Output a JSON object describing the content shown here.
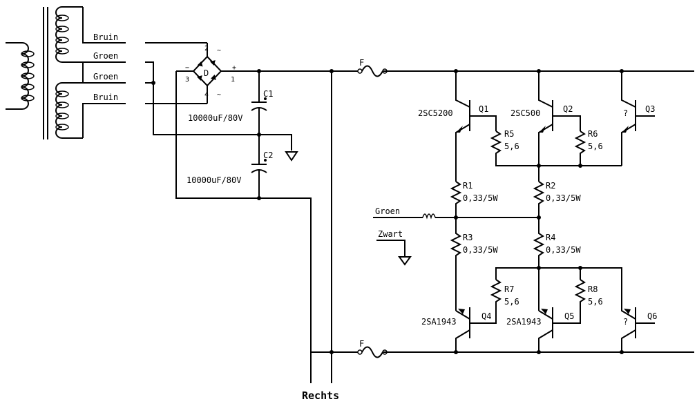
{
  "transformer": {
    "wire_labels": [
      "Bruin",
      "Groen",
      "Groen",
      "Bruin"
    ]
  },
  "bridge": {
    "label": "D",
    "pins": {
      "p1": "1",
      "p2": "2",
      "p3": "3",
      "p4": "4",
      "minus": "−",
      "plus": "+",
      "ac_top": "~",
      "ac_bottom": "~"
    }
  },
  "capacitors": [
    {
      "ref": "C1",
      "value": "10000uF/80V"
    },
    {
      "ref": "C2",
      "value": "10000uF/80V"
    }
  ],
  "fuses": [
    {
      "ref": "F"
    },
    {
      "ref": "F"
    }
  ],
  "transistors": [
    {
      "ref": "Q1",
      "part": "2SC5200"
    },
    {
      "ref": "Q2",
      "part": "2SC500"
    },
    {
      "ref": "Q3",
      "part": "?"
    },
    {
      "ref": "Q4",
      "part": "2SA1943"
    },
    {
      "ref": "Q5",
      "part": "2SA1943"
    },
    {
      "ref": "Q6",
      "part": "?"
    }
  ],
  "resistors": [
    {
      "ref": "R1",
      "value": "0,33/5W"
    },
    {
      "ref": "R2",
      "value": "0,33/5W"
    },
    {
      "ref": "R3",
      "value": "0,33/5W"
    },
    {
      "ref": "R4",
      "value": "0,33/5W"
    },
    {
      "ref": "R5",
      "value": "5,6"
    },
    {
      "ref": "R6",
      "value": "5,6"
    },
    {
      "ref": "R7",
      "value": "5,6"
    },
    {
      "ref": "R8",
      "value": "5,6"
    }
  ],
  "output": {
    "groen_label": "Groen",
    "zwart_label": "Zwart"
  },
  "bottom_label": "Rechts"
}
